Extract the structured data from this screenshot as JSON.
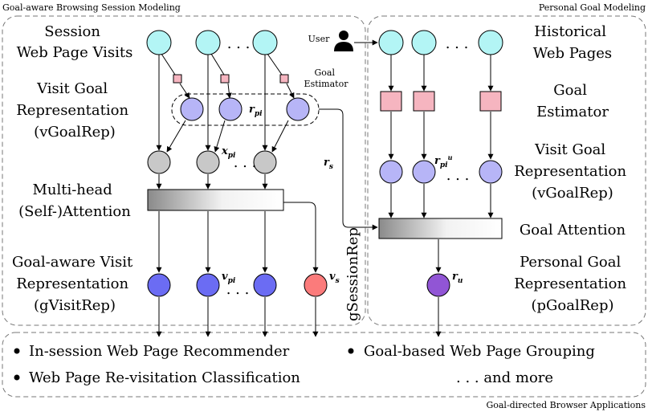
{
  "panels": {
    "left_title": "Goal-aware Browsing Session Modeling",
    "right_title": "Personal Goal Modeling",
    "bottom_title": "Goal-directed Browser Applications"
  },
  "left": {
    "session_visits": [
      "Session",
      "Web Page Visits"
    ],
    "visit_goal_rep": [
      "Visit Goal",
      "Representation",
      "(vGoalRep)"
    ],
    "mha": [
      "Multi-head",
      "(Self-)Attention"
    ],
    "gvisit": [
      "Goal-aware Visit",
      "Representation",
      "(gVisitRep)"
    ],
    "goal_estimator": [
      "Goal",
      "Estimator"
    ],
    "dots": ". . ."
  },
  "right": {
    "user": "User",
    "historical": [
      "Historical",
      "Web Pages"
    ],
    "goal_estimator": [
      "Goal",
      "Estimator"
    ],
    "visit_goal_rep": [
      "Visit Goal",
      "Representation",
      "(vGoalRep)"
    ],
    "goal_attention": "Goal Attention",
    "personal_goal": [
      "Personal Goal",
      "Representation",
      "(pGoalRep)"
    ],
    "dots": ". . ."
  },
  "symbols": {
    "r_p": "r",
    "r_p_sub": "pi",
    "x_p": "x",
    "x_p_sub": "pi",
    "v_p": "v",
    "v_p_sub": "pi",
    "v_s": "v",
    "v_s_sub": "s",
    "r_s": "r",
    "r_s_sub": "s",
    "r_pu": "r",
    "r_pu_sub": "pi",
    "r_pu_sup": "u",
    "r_u": "r",
    "r_u_sub": "u"
  },
  "gsession": "gSessionRep",
  "applications": [
    "In-session Web Page Recommender",
    "Goal-based Web Page Grouping",
    "Web Page Re-visitation Classification",
    ". . . and more"
  ],
  "colors": {
    "cyan": "#b3f5f5",
    "lavender": "#b7b5f7",
    "gray": "#c8c8c8",
    "blue": "#6b6cf3",
    "red": "#fb7b7b",
    "purple": "#9155d5",
    "pink": "#f6b5c0"
  }
}
